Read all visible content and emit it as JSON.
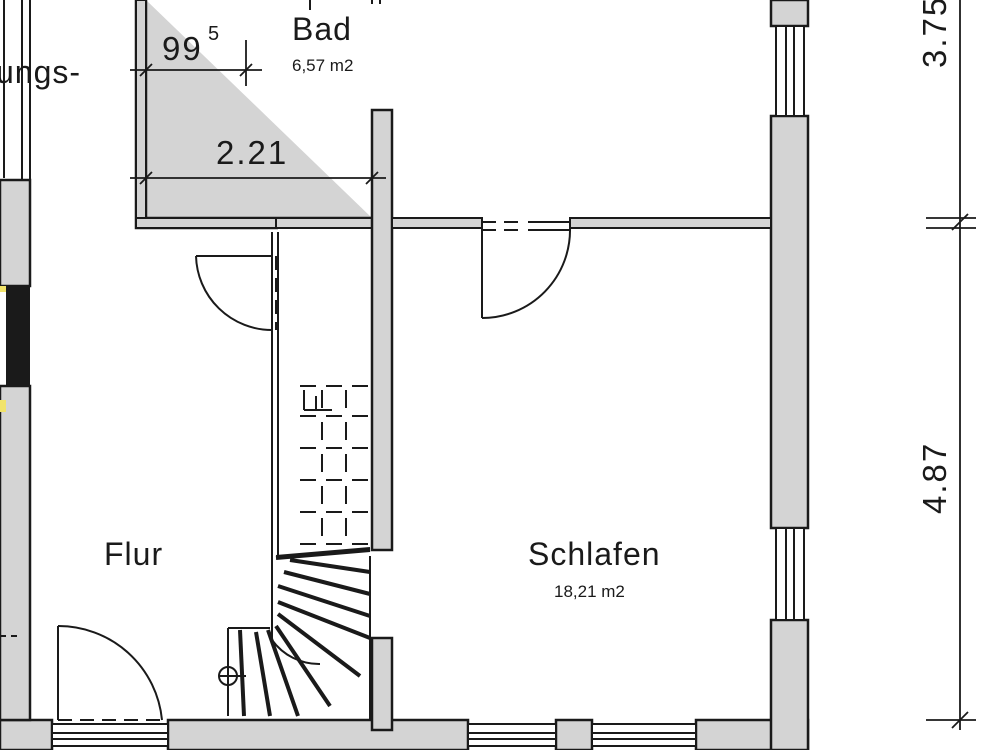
{
  "rooms": {
    "bad": {
      "name": "Bad",
      "area": "6,57 m2"
    },
    "flur": {
      "name": "Flur"
    },
    "schlafen": {
      "name": "Schlafen",
      "area": "18,21 m2"
    },
    "partial": {
      "name": "ungs-"
    }
  },
  "dimensions": {
    "bad_inner_width": "2.21",
    "bad_offset_main": "99",
    "bad_offset_sup": "5",
    "height_upper": "3.75",
    "height_lower": "4.87"
  },
  "colors": {
    "wall_fill": "#d4d4d4",
    "wall_stroke": "#1a1a1a",
    "window_dark": "#1a1a1a",
    "window_accent": "#f1e36a",
    "background": "#ffffff"
  }
}
